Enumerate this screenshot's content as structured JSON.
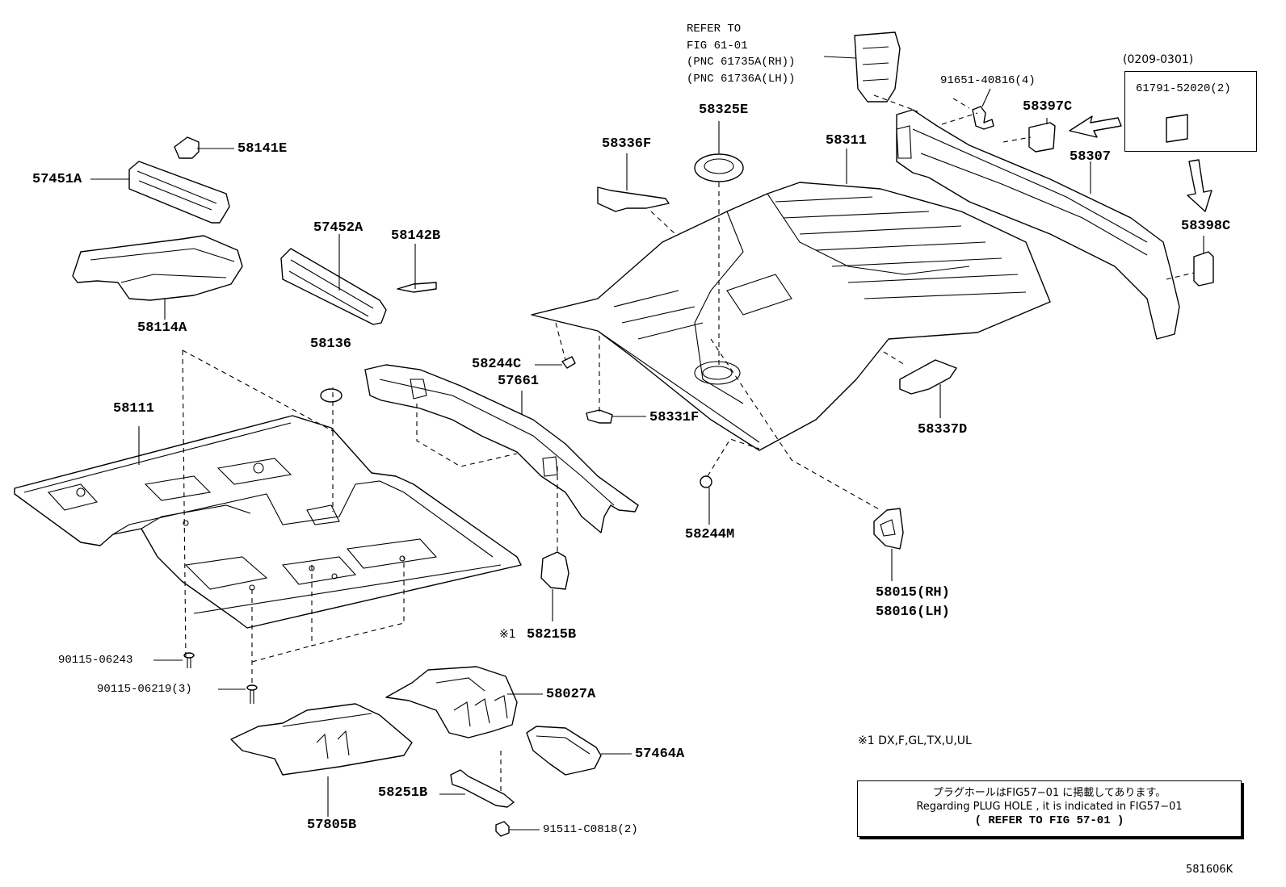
{
  "refer": {
    "line1": "REFER TO",
    "line2": "FIG 61-01",
    "line3": "(PNC 61735A(RH))",
    "line4": "(PNC 61736A(LH))"
  },
  "dateRange": "(0209-0301)",
  "parts": {
    "p58141E": "58141E",
    "p57451A": "57451A",
    "p58114A": "58114A",
    "p57452A": "57452A",
    "p58142B": "58142B",
    "p58136": "58136",
    "p58111": "58111",
    "p57661": "57661",
    "p58244C": "58244C",
    "p58331F": "58331F",
    "p58336F": "58336F",
    "p58325E": "58325E",
    "p58311": "58311",
    "p58307": "58307",
    "p58397C": "58397C",
    "p58398C": "58398C",
    "p58337D": "58337D",
    "p58244M": "58244M",
    "p58015": "58015(RH)",
    "p58016": "58016(LH)",
    "p58215B": "58215B",
    "p58027A": "58027A",
    "p57464A": "57464A",
    "p57805B": "57805B",
    "p58251B": "58251B"
  },
  "fasteners": {
    "f91651": "91651-40816(4)",
    "f61791": "61791-52020(2)",
    "f90115a": "90115-06243",
    "f90115b": "90115-06219(3)",
    "f91511": "91511-C0818(2)"
  },
  "markPrefix": "※1",
  "footnote": "※1 DX,F,GL,TX,U,UL",
  "note": {
    "jp": "プラグホールはFIG57−01 に掲載してあります。",
    "en": "Regarding PLUG HOLE , it is indicated in FIG57−01",
    "ref": "( REFER TO FIG 57-01 )"
  },
  "figureCode": "581606K"
}
